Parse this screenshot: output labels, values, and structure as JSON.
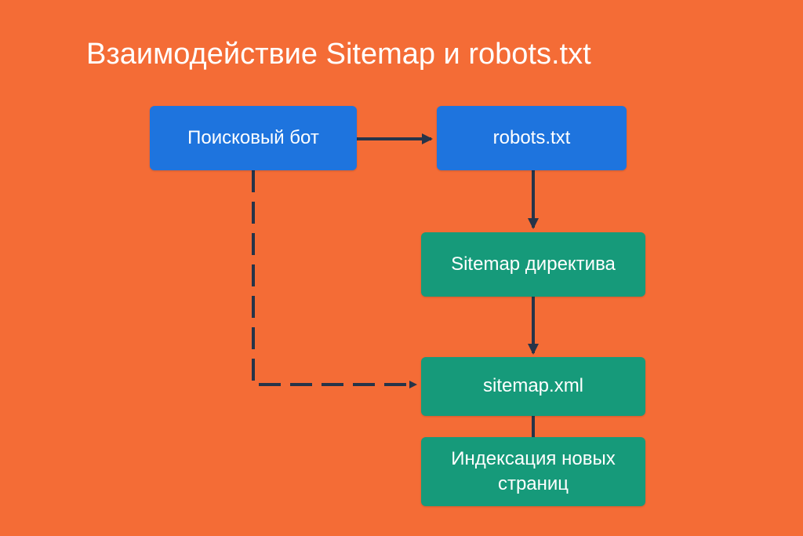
{
  "title": "Взаимодействие Sitemap и robots.txt",
  "nodes": {
    "bot": "Поисковый бот",
    "robots": "robots.txt",
    "directive": "Sitemap директива",
    "sitemap": "sitemap.xml",
    "indexing": "Индексация новых страниц"
  },
  "colors": {
    "background": "#F46C36",
    "blue": "#1E74DE",
    "green": "#169A7A",
    "arrow": "#263449"
  }
}
